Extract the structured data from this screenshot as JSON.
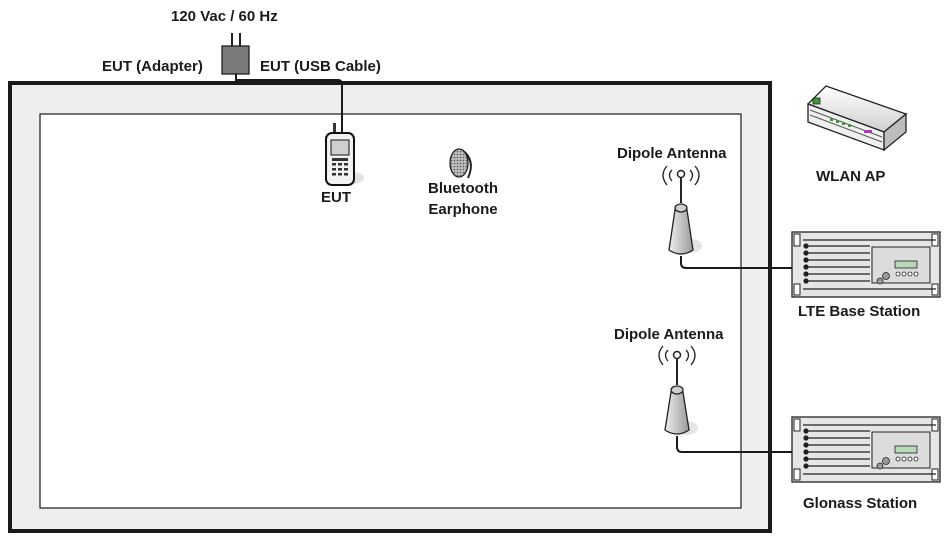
{
  "power_label": "120 Vac / 60 Hz",
  "adapter_label": "EUT (Adapter)",
  "usb_cable_label": "EUT (USB Cable)",
  "eut_label": "EUT",
  "bluetooth_label_line1": "Bluetooth",
  "bluetooth_label_line2": "Earphone",
  "dipole_antenna_1_label": "Dipole Antenna",
  "dipole_antenna_2_label": "Dipole Antenna",
  "wlan_ap_label": "WLAN AP",
  "lte_station_label": "LTE Base Station",
  "glonass_station_label": "Glonass Station",
  "colors": {
    "chamber_outer_fill": "#eeeeee",
    "chamber_border": "#1a1a1a",
    "equipment_fill": "#e6e6e6",
    "wlan_led_green": "#3a9a3a",
    "wlan_led_magenta": "#b03ab0"
  }
}
